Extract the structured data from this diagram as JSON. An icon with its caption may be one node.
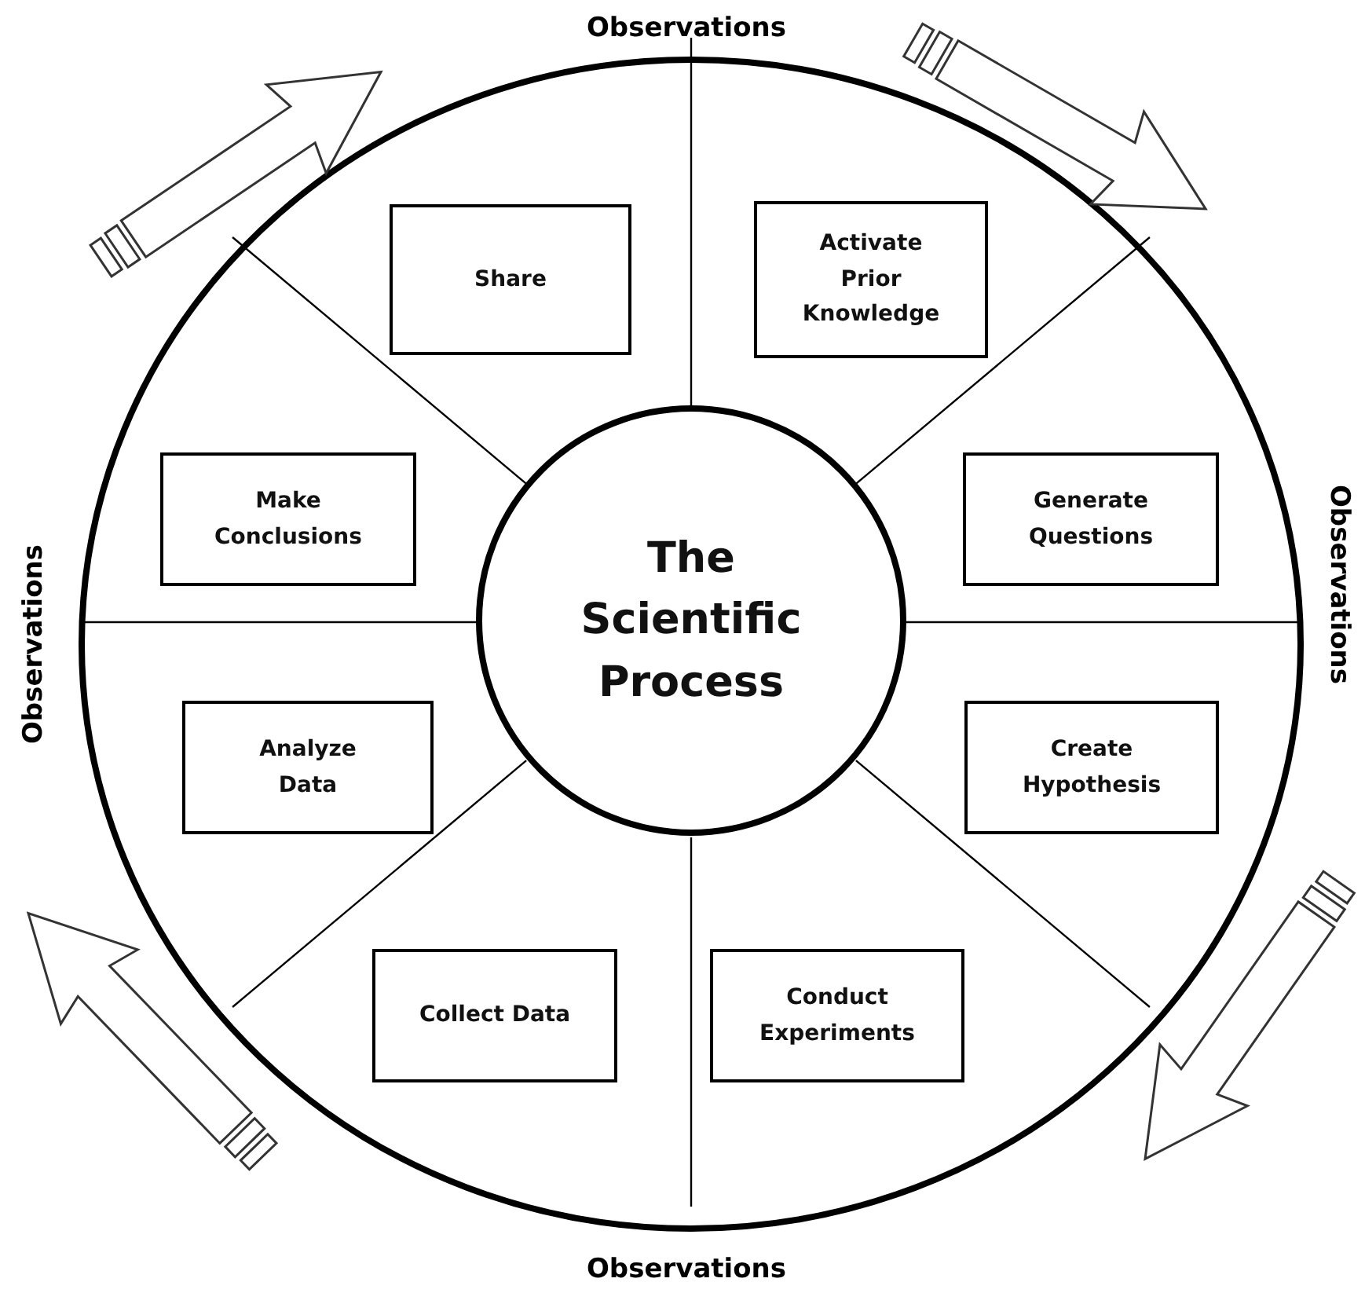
{
  "diagram": {
    "nodes": [
      {
        "text": [
          "Share"
        ]
      },
      {
        "text": [
          "Activate Prior Knowledge"
        ]
      },
      {
        "text": [
          "Make Conclusions"
        ]
      },
      {
        "text": [
          "Generate Questions"
        ]
      },
      {
        "text": [
          "The Scientific Process"
        ]
      },
      {
        "text": [
          "Analyze Data"
        ]
      },
      {
        "text": [
          "Create Hypothesis"
        ]
      },
      {
        "text": [
          "Collect Data"
        ]
      },
      {
        "text": [
          "Conduct Experiments"
        ]
      }
    ],
    "labels": [
      "Observations",
      "Observations",
      "Observations",
      "Observations"
    ]
  }
}
